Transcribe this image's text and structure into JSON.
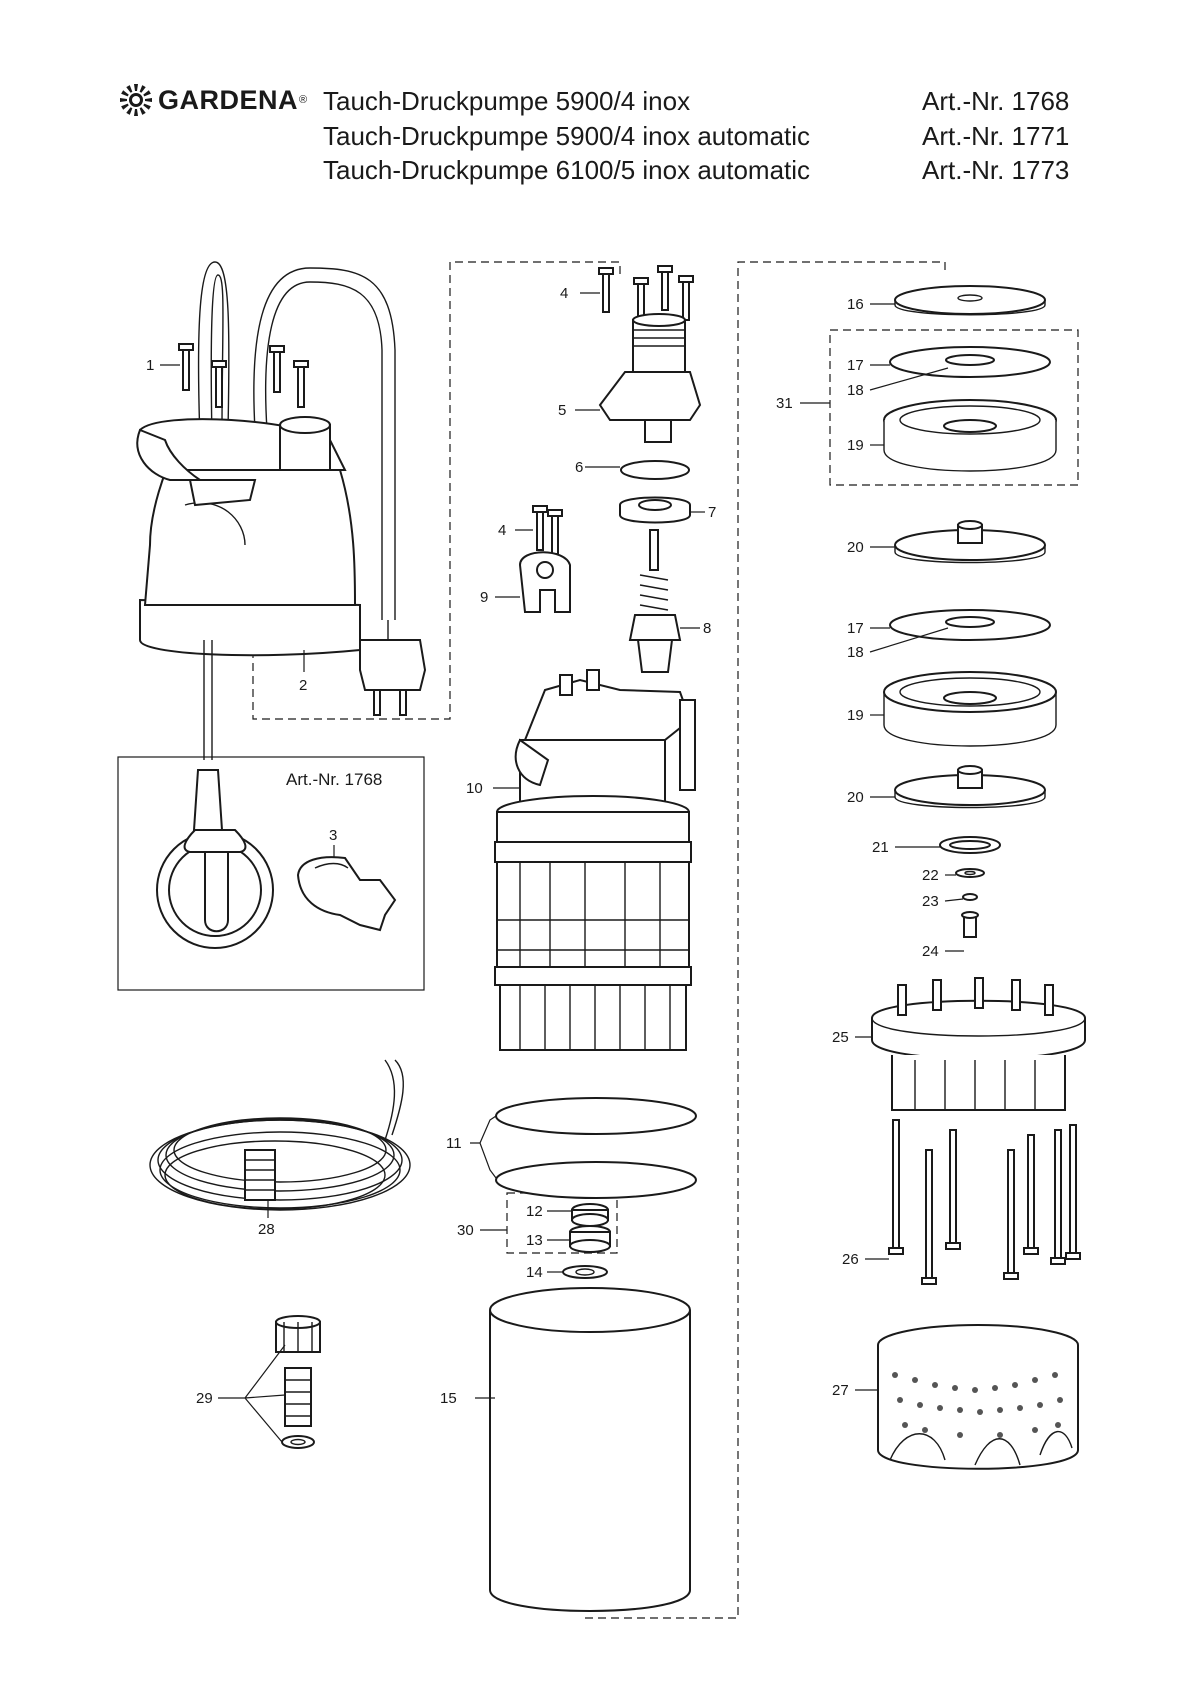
{
  "brand": {
    "name": "GARDENA",
    "reg": "®"
  },
  "products": [
    {
      "name": "Tauch-Druckpumpe 5900/4 inox",
      "art": "Art.-Nr. 1768"
    },
    {
      "name": "Tauch-Druckpumpe 5900/4 inox automatic",
      "art": "Art.-Nr. 1771"
    },
    {
      "name": "Tauch-Druckpumpe 6100/5 inox automatic",
      "art": "Art.-Nr. 1773"
    }
  ],
  "inset_label": "Art.-Nr. 1768",
  "callouts": {
    "c1": "1",
    "c2": "2",
    "c3": "3",
    "c4a": "4",
    "c4b": "4",
    "c5": "5",
    "c6": "6",
    "c7": "7",
    "c8": "8",
    "c9": "9",
    "c10": "10",
    "c11": "11",
    "c12": "12",
    "c13": "13",
    "c14": "14",
    "c15": "15",
    "c16": "16",
    "c17a": "17",
    "c18a": "18",
    "c19a": "19",
    "c20a": "20",
    "c17b": "17",
    "c18b": "18",
    "c19b": "19",
    "c20b": "20",
    "c21": "21",
    "c22": "22",
    "c23": "23",
    "c24": "24",
    "c25": "25",
    "c26": "26",
    "c27": "27",
    "c28": "28",
    "c29": "29",
    "c30": "30",
    "c31": "31"
  }
}
